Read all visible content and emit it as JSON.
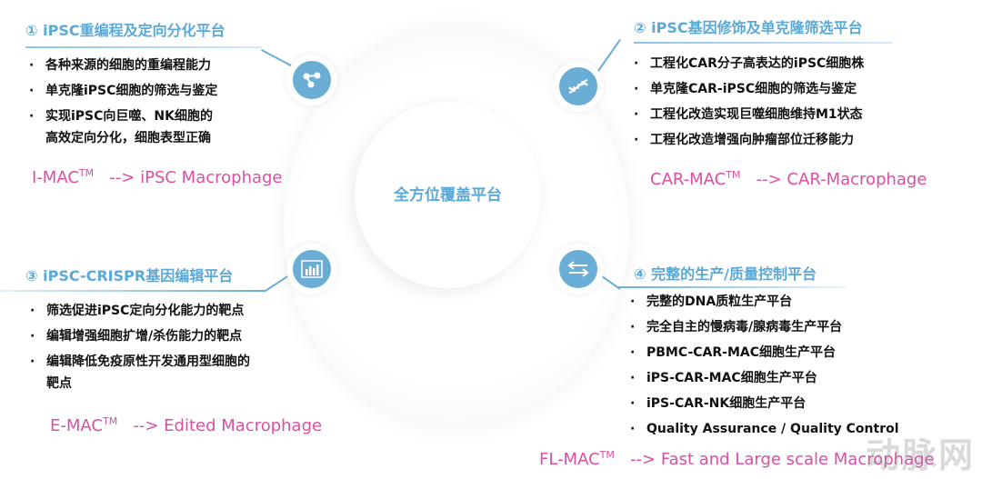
{
  "center": {
    "label": "全方位覆盖平台"
  },
  "platforms": [
    {
      "title": "① iPSC重编程及定向分化平台",
      "items": [
        "各种来源的细胞的重编程能力",
        "单克隆iPSC细胞的筛选与鉴定",
        "实现iPSC向巨噬、NK细胞的\n高效定向分化，细胞表型正确"
      ],
      "brand": "I-MAC",
      "tm": "TM",
      "desc": "--> iPSC Macrophage",
      "icon": "molecule-icon"
    },
    {
      "title": "② iPSC基因修饰及单克隆筛选平台",
      "items": [
        "工程化CAR分子高表达的iPSC细胞株",
        "单克隆CAR-iPSC细胞的筛选与鉴定",
        "工程化改造实现巨噬细胞维持M1状态",
        "工程化改造增强向肿瘤部位迁移能力"
      ],
      "brand": "CAR-MAC",
      "tm": "TM",
      "desc": "--> CAR-Macrophage",
      "icon": "dna-icon"
    },
    {
      "title": "③ iPSC-CRISPR基因编辑平台",
      "items": [
        "筛选促进iPSC定向分化能力的靶点",
        "编辑增强细胞扩增/杀伤能力的靶点",
        "编辑降低免疫原性开发通用型细胞的\n靶点"
      ],
      "brand": "E-MAC",
      "tm": "TM",
      "desc": "--> Edited Macrophage",
      "icon": "bar-chart-icon"
    },
    {
      "title": "④ 完整的生产/质量控制平台",
      "items": [
        "完整的DNA质粒生产平台",
        "完全自主的慢病毒/腺病毒生产平台",
        "PBMC-CAR-MAC细胞生产平台",
        "iPS-CAR-MAC细胞生产平台",
        "iPS-CAR-NK细胞生产平台",
        "Quality Assurance / Quality Control"
      ],
      "brand": "FL-MAC",
      "tm": "TM",
      "desc": "--> Fast and Large scale Macrophage",
      "icon": "exchange-arrows-icon"
    }
  ],
  "watermark": "动脉网",
  "colors": {
    "accent": "#5aa9d6",
    "brand_text": "#d94fa6",
    "icon_bg": "#6aaed6"
  }
}
